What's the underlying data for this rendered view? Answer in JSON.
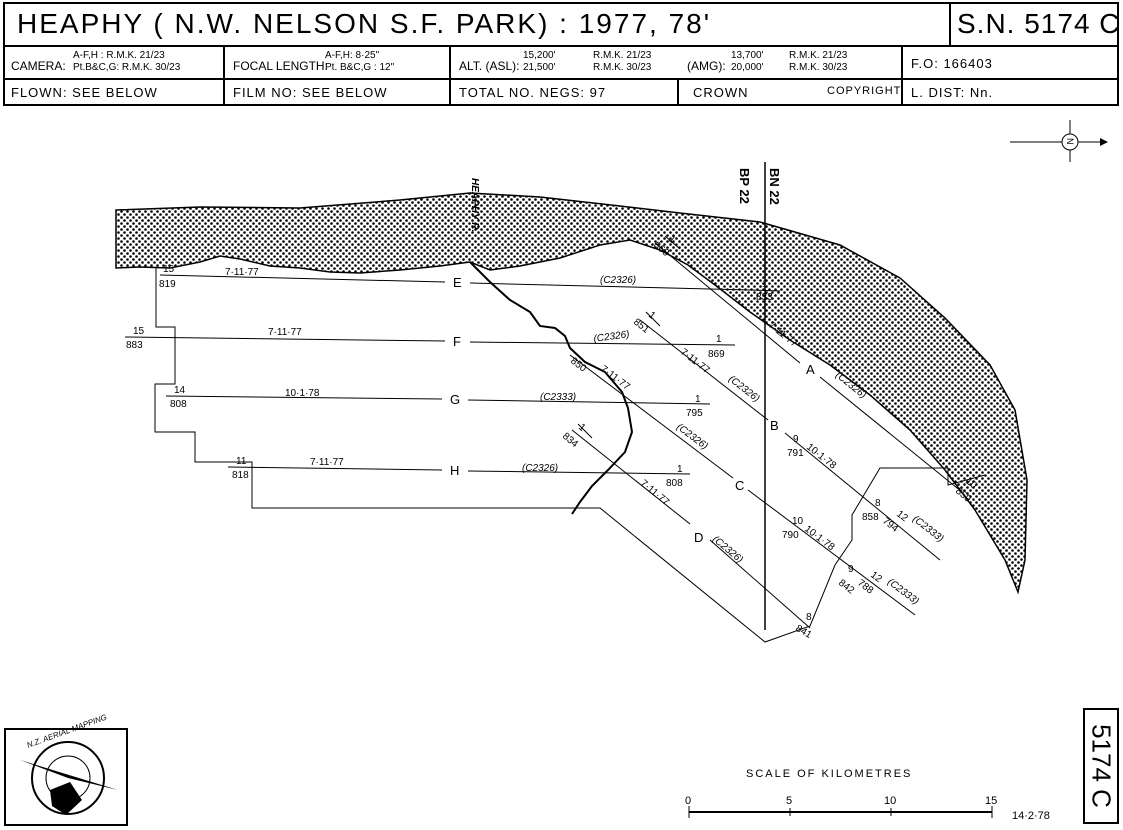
{
  "header": {
    "title": "HEAPHY ( N.W. NELSON S.F. PARK) : 1977, 78'",
    "sheet": "S.N. 5174 C",
    "camera_label": "CAMERA:",
    "camera_line1": "A-F,H : R.M.K. 21/23",
    "camera_line2": "Pt.B&C,G: R.M.K. 30/23",
    "focal_label": "FOCAL LENGTH:",
    "focal_line1": "A-F,H: 8·25\"",
    "focal_line2": "Pt. B&C,G : 12\"",
    "alt_label": "ALT. (ASL):",
    "alt_asl1": "15,200'",
    "alt_asl2": "21,500'",
    "alt_rmk1": "R.M.K. 21/23",
    "alt_rmk2": "R.M.K. 30/23",
    "amg_label": "(AMG):",
    "amg1": "13,700'",
    "amg2": "20,000'",
    "amg_rmk1": "R.M.K. 21/23",
    "amg_rmk2": "R.M.K. 30/23",
    "fo": "F.O: 166403",
    "flown": "FLOWN: SEE BELOW",
    "film": "FILM NO: SEE BELOW",
    "negs": "TOTAL NO. NEGS: 97",
    "crown": "CROWN",
    "copyright": "COPYRIGHT",
    "ldist": "L. DIST: Nn."
  },
  "map": {
    "river_label": "HEAPHY R.",
    "grid_bn": "BN 22",
    "grid_bp": "BP 22",
    "north_symbol": "N",
    "runs": [
      {
        "letter": "E",
        "date": "7·11·77",
        "film": "(C2326)",
        "start_top": "15",
        "start_bot": "819",
        "end_top": "1",
        "end_bot": "833"
      },
      {
        "letter": "F",
        "date": "7·11·77",
        "film": "(C2326)",
        "start_top": "15",
        "start_bot": "883",
        "end_top": "1",
        "end_bot": "869"
      },
      {
        "letter": "G",
        "date": "10·1·78",
        "film": "(C2333)",
        "start_top": "14",
        "start_bot": "808",
        "end_top": "1",
        "end_bot": "795"
      },
      {
        "letter": "H",
        "date": "7·11·77",
        "film": "(C2326)",
        "start_top": "11",
        "start_bot": "818",
        "end_top": "1",
        "end_bot": "808"
      },
      {
        "letter": "A",
        "date": "7·11·77",
        "film": "(C2326)",
        "start_top": "1",
        "start_bot": "868",
        "end_top": "10",
        "end_bot": "859"
      },
      {
        "letter": "B",
        "date": "7·11·77",
        "film": "(C2326)",
        "start_top": "1",
        "start_bot": "851",
        "mid_top": "9",
        "mid_bot": "791",
        "date2": "10·1·78",
        "b_top": "8",
        "b_bot": "858",
        "b2_top": "12",
        "b2_bot": "794",
        "film2": "(C2333)"
      },
      {
        "letter": "C",
        "date": "7·11·77",
        "film": "(C2326)",
        "start_bot": "850",
        "mid_top": "10",
        "mid_bot": "790",
        "date2": "10·1·78",
        "c_top": "9",
        "c_bot": "842",
        "c2_top": "12",
        "c2_bot": "788",
        "film2": "(C2333)"
      },
      {
        "letter": "D",
        "date": "7·11·77",
        "film": "(C2326)",
        "start_top": "1",
        "start_bot": "834",
        "end_top": "8",
        "end_bot": "841"
      }
    ]
  },
  "footer": {
    "scale_title": "SCALE OF KILOMETRES",
    "ticks": [
      "0",
      "5",
      "10",
      "15"
    ],
    "date": "14·2·78",
    "side_label": "5174 C",
    "logo_text": "N.Z. AERIAL MAPPING"
  }
}
